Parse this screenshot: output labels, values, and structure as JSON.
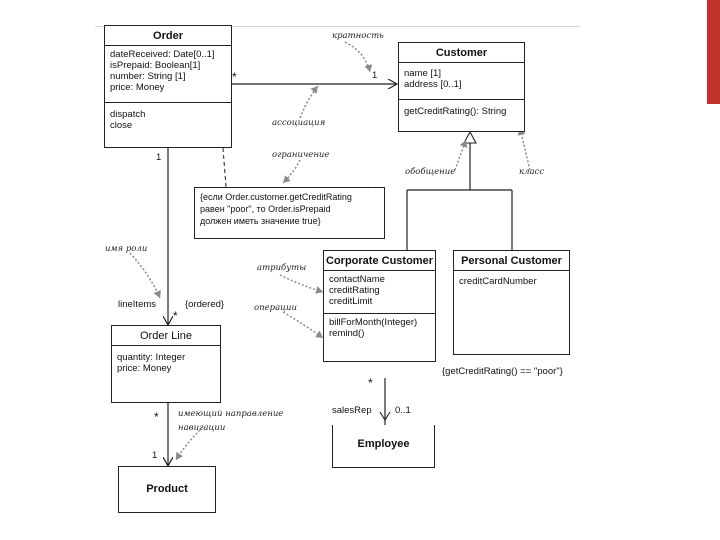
{
  "classes": {
    "order": {
      "name": "Order",
      "attributes": [
        "dateReceived: Date[0..1]",
        "isPrepaid: Boolean[1]",
        "number: String [1]",
        "price: Money"
      ],
      "operations": [
        "dispatch",
        "close"
      ]
    },
    "customer": {
      "name": "Customer",
      "attributes": [
        "name [1]",
        "address [0..1]"
      ],
      "operations": [
        "getCreditRating(): String"
      ]
    },
    "corporate_customer": {
      "name": "Corporate Customer",
      "attributes": [
        "contactName",
        "creditRating",
        "creditLimit"
      ],
      "operations": [
        "billForMonth(Integer)",
        "remind()"
      ]
    },
    "personal_customer": {
      "name": "Personal Customer",
      "attributes": [
        "creditCardNumber"
      ]
    },
    "order_line": {
      "name": "Order Line",
      "attributes": [
        "quantity: Integer",
        "price: Money"
      ]
    },
    "employee": {
      "name": "Employee"
    },
    "product": {
      "name": "Product"
    }
  },
  "note": {
    "lines": [
      "{если Order.customer.getCreditRating",
      "равен \"poor\", то Order.isPrepaid",
      "должен иметь значение true}"
    ]
  },
  "multiplicities": {
    "order_to_customer_order_end": "*",
    "order_to_customer_customer_end": "1",
    "order_to_line_order_end": "1",
    "order_line_role": "lineItems",
    "order_line_star": "*",
    "order_line_ordered": "{ordered}",
    "line_to_product_line_end": "*",
    "line_to_product_product_end": "1",
    "corp_to_employee_star": "*",
    "sales_rep_role": "salesRep",
    "sales_rep_mult": "0..1"
  },
  "constraint_personal": "{getCreditRating() == \"poor\"}",
  "annotations": {
    "multiplicity": "кратность",
    "association": "ассоциация",
    "constraint": "ограничение",
    "generalization": "обобщение",
    "class": "класс",
    "role_name": "имя роли",
    "attributes": "атрибуты",
    "operations": "операции",
    "navigability_1": "имеющий направление",
    "navigability_2": "навигации"
  },
  "colors": {
    "accent_bar": "#c0312b",
    "annotation_arrow": "#7a7a7a"
  }
}
